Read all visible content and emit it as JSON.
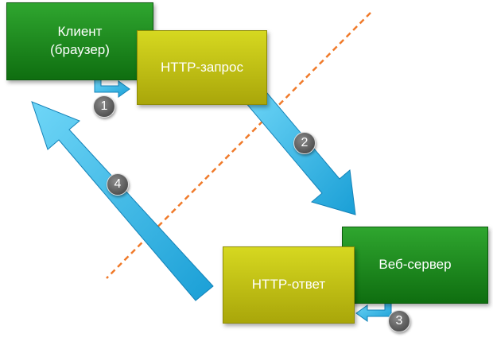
{
  "nodes": {
    "client": "Клиент\n(браузер)",
    "request": "HTTP-запрос",
    "server": "Веб-сервер",
    "response": "HTTP-ответ"
  },
  "steps": [
    "1",
    "2",
    "3",
    "4"
  ],
  "colors": {
    "green": "#1a8a1b",
    "yellow": "#c2c116",
    "arrow": "#29b6e8",
    "divider": "#f07a2a"
  }
}
